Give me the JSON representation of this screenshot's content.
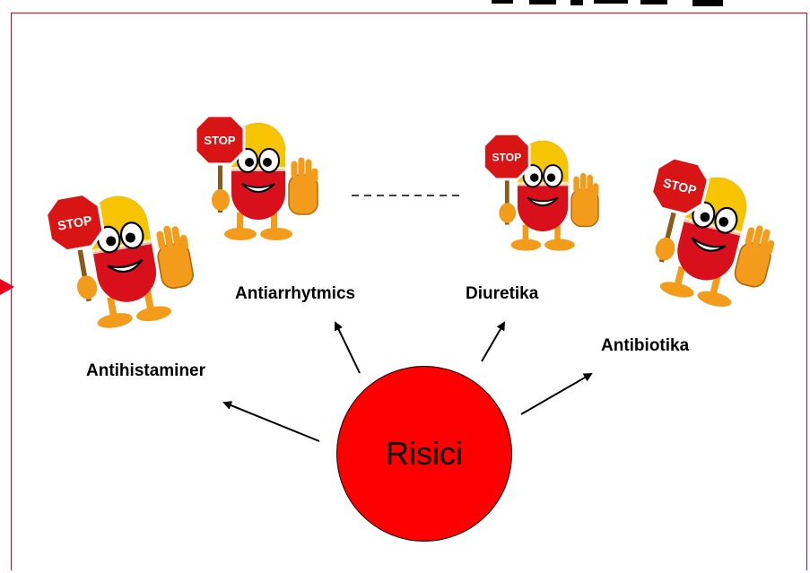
{
  "hub": {
    "label": "Risici"
  },
  "cards": [
    {
      "id": "antihistaminer",
      "label": "Antihistaminer",
      "sign_text": "STOP"
    },
    {
      "id": "antiarrhytmics",
      "label": "Antiarrhytmics",
      "sign_text": "STOP"
    },
    {
      "id": "diuretika",
      "label": "Diuretika",
      "sign_text": "STOP"
    },
    {
      "id": "antibiotika",
      "label": "Antibiotika",
      "sign_text": "STOP"
    }
  ],
  "colors": {
    "frame": "#e8001c",
    "hub": "#ff0000",
    "pill_top": "#f6c400",
    "pill_bottom": "#d8101c",
    "sign": "#d81414"
  }
}
